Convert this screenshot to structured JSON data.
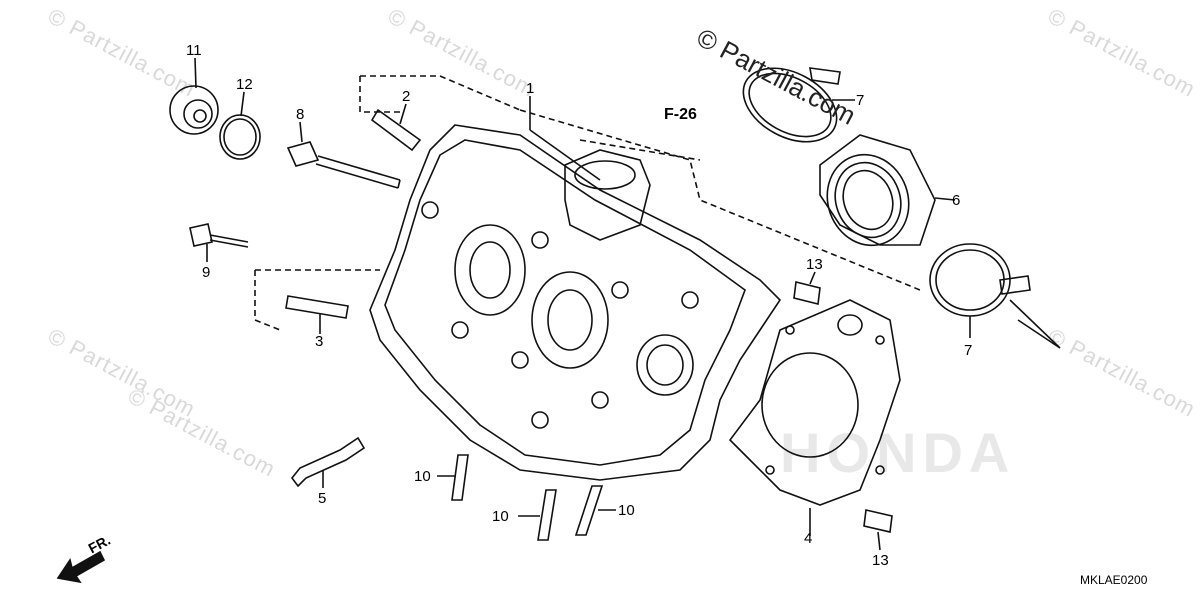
{
  "watermark": "© Partzilla.com",
  "watermark_small": "© Partzilla.com",
  "reference": "F-26",
  "diagram_code": "MKLAE0200",
  "front_label": "FR.",
  "brand_watermark": "HONDA",
  "callouts": {
    "c1": "1",
    "c2": "2",
    "c3": "3",
    "c4": "4",
    "c5": "5",
    "c6": "6",
    "c7a": "7",
    "c7b": "7",
    "c8": "8",
    "c9": "9",
    "c10a": "10",
    "c10b": "10",
    "c10c": "10",
    "c11": "11",
    "c12": "12",
    "c13a": "13",
    "c13b": "13"
  }
}
